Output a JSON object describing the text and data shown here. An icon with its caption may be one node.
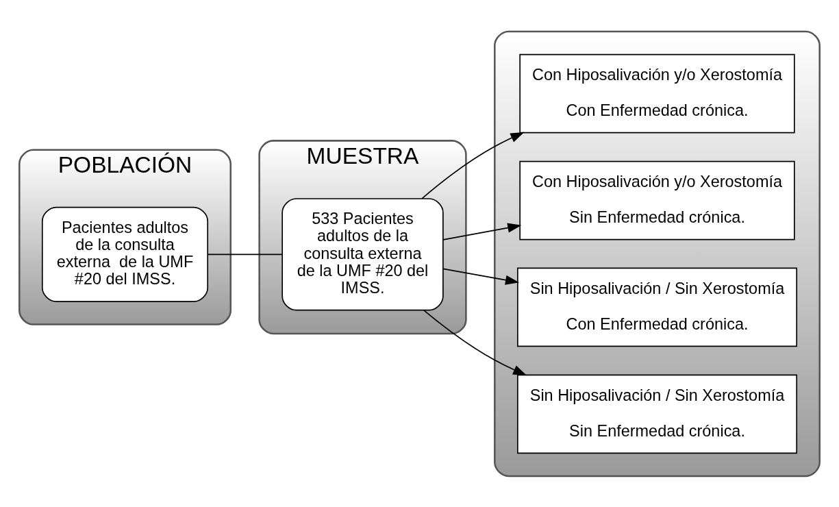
{
  "diagram": {
    "nodes": [
      {
        "text": [
          "POBLACIÓN"
        ]
      },
      {
        "text": [
          "Pacientes adultos de la consulta externa  de la UMF #20 del IMSS."
        ],
        "in": 0
      },
      {
        "text": [
          "MUESTRA"
        ]
      },
      {
        "text": [
          "533 Pacientes adultos de la consulta externa de la UMF #20 del IMSS."
        ],
        "in": 2
      },
      {
        "text": [],
        "shape": "box"
      },
      {
        "text": [
          "Con Hiposalivación y/o Xerostomía",
          "Con Enfermedad crónica."
        ],
        "in": 4
      },
      {
        "text": [
          "Con Hiposalivación y/o Xerostomía",
          "Sin Enfermedad crónica."
        ],
        "in": 4
      },
      {
        "text": [
          "Sin Hiposalivación / Sin Xerostomía",
          "Con Enfermedad crónica."
        ],
        "in": 4
      },
      {
        "text": [
          "Sin Hiposalivación / Sin Xerostomía",
          "Sin Enfermedad crónica."
        ],
        "in": 4
      }
    ],
    "edges": [
      {
        "from": 1,
        "to": 3,
        "arrow": "none"
      },
      {
        "from": 3,
        "to": 5,
        "arrow": "to"
      },
      {
        "from": 3,
        "to": 6,
        "arrow": "to"
      },
      {
        "from": 3,
        "to": 7,
        "arrow": "to"
      },
      {
        "from": 3,
        "to": 8,
        "arrow": "to"
      }
    ]
  }
}
